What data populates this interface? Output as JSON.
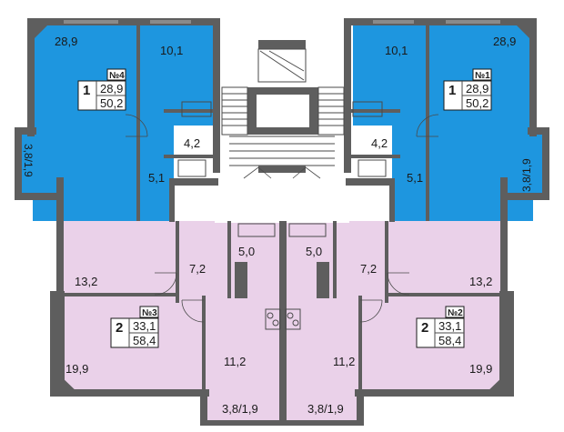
{
  "colors": {
    "apartment_1_room": "#1e96df",
    "apartment_2_room": "#ead1e9",
    "walls": "#5e5e5e"
  },
  "apartments": [
    {
      "number": "№4",
      "rooms": "1",
      "living_area": "28,9",
      "total_area": "50,2"
    },
    {
      "number": "№1",
      "rooms": "1",
      "living_area": "28,9",
      "total_area": "50,2"
    },
    {
      "number": "№3",
      "rooms": "2",
      "living_area": "33,1",
      "total_area": "58,4"
    },
    {
      "number": "№2",
      "rooms": "2",
      "living_area": "33,1",
      "total_area": "58,4"
    }
  ],
  "room_labels": {
    "apt4_room": "28,9",
    "apt4_kitchen": "10,1",
    "apt4_bath": "4,2",
    "apt4_hall": "5,1",
    "apt4_balcony": "3,8/1,9",
    "apt1_room": "28,9",
    "apt1_kitchen": "10,1",
    "apt1_bath": "4,2",
    "apt1_hall": "5,1",
    "apt1_balcony": "3,8/1,9",
    "apt3_room_a": "13,2",
    "apt3_room_b": "19,9",
    "apt3_hall": "7,2",
    "apt3_bath": "5,0",
    "apt3_kitchen": "11,2",
    "apt3_balcony": "3,8/1,9",
    "apt2_room_a": "13,2",
    "apt2_room_b": "19,9",
    "apt2_hall": "7,2",
    "apt2_bath": "5,0",
    "apt2_kitchen": "11,2",
    "apt2_balcony": "3,8/1,9"
  }
}
